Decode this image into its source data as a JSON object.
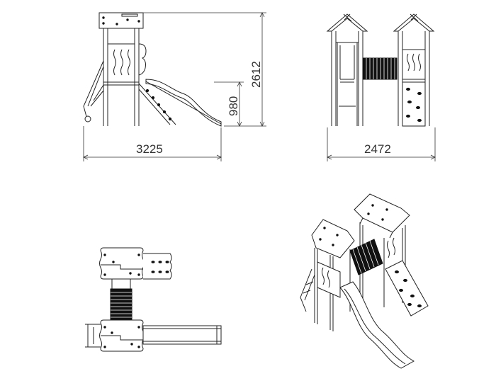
{
  "dimensions": {
    "side_length": "3225",
    "side_height": "2612",
    "platform_height": "980",
    "front_width": "2472"
  },
  "colors": {
    "line": "#222222",
    "fill_dark": "#111111",
    "background": "#ffffff"
  }
}
